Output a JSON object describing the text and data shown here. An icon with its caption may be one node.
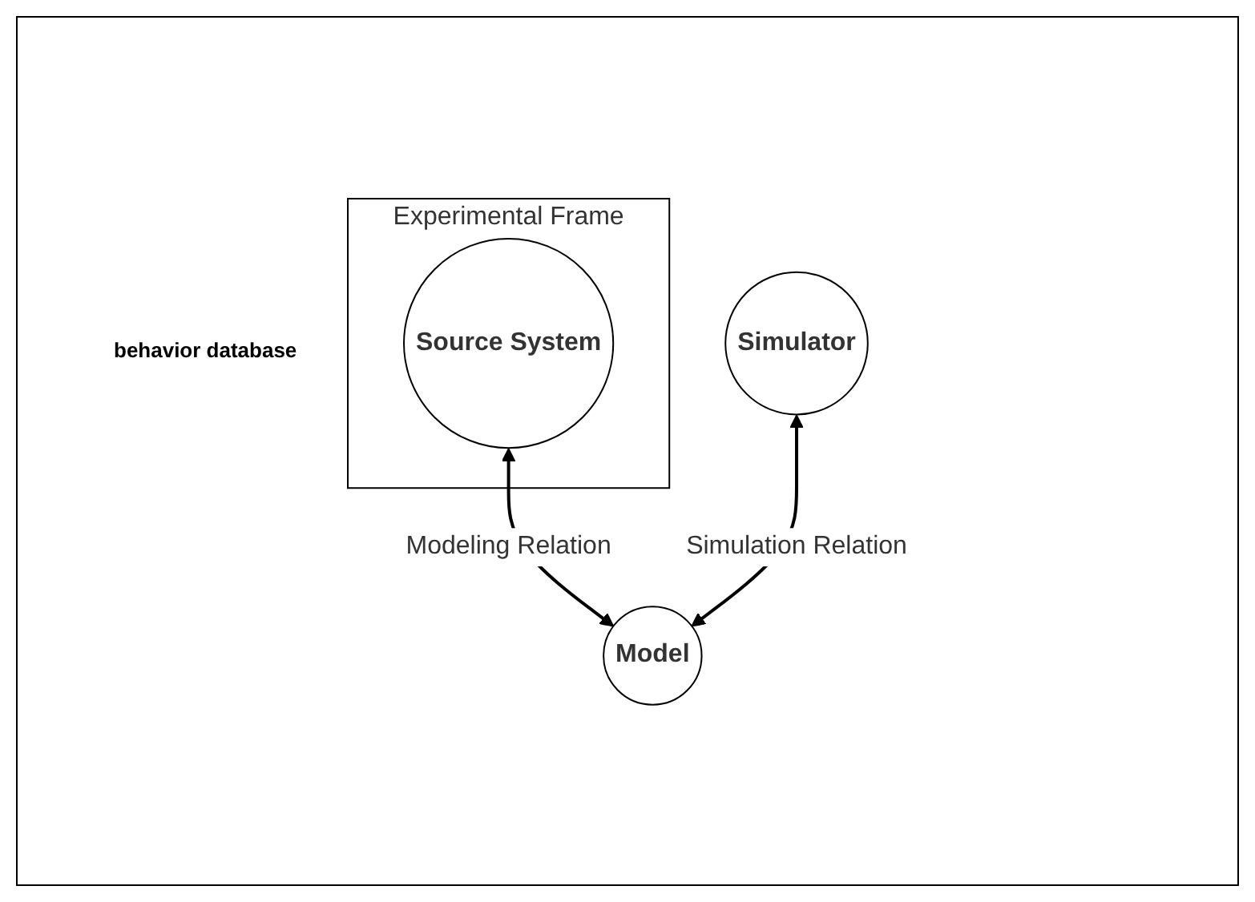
{
  "diagram": {
    "nodes": [
      {
        "text": [
          "Experimental Frame"
        ]
      },
      {
        "text": [
          "Source System"
        ],
        "in": 0
      },
      {
        "text": [
          "Simulator"
        ]
      },
      {
        "text": [
          "Model"
        ]
      }
    ],
    "edges": [
      {
        "from": 1,
        "to": 3,
        "arrow": "both",
        "label": "Modeling Relation"
      },
      {
        "from": 2,
        "to": 3,
        "arrow": "both",
        "label": "Simulation Relation"
      }
    ],
    "labels": [
      "behavior database"
    ]
  }
}
